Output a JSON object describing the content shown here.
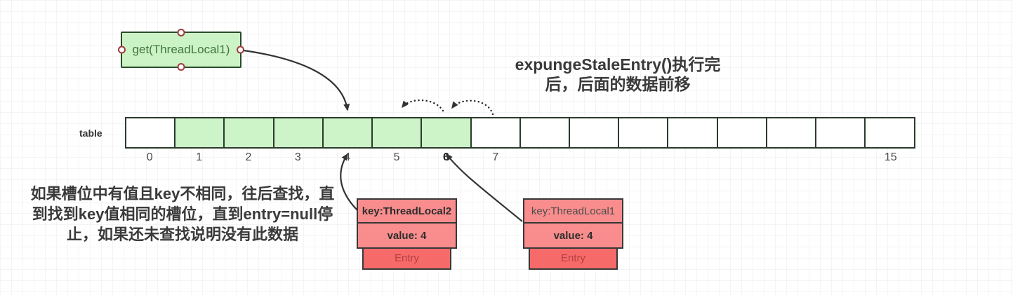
{
  "get_box": {
    "label": "get(ThreadLocal1)"
  },
  "note_right": {
    "line1": "expungeStaleEntry()执行完",
    "line2": "后，后面的数据前移"
  },
  "note_left": {
    "line1": "如果槽位中有值且key不相同，往后查找，直",
    "line2": "到找到key值相同的槽位，直到entry=null停",
    "line3": "止，如果还未查找说明没有此数据"
  },
  "table": {
    "label": "table",
    "slots": [
      {
        "index": 0,
        "label": "0",
        "filled": false,
        "bold": false
      },
      {
        "index": 1,
        "label": "1",
        "filled": true,
        "bold": false
      },
      {
        "index": 2,
        "label": "2",
        "filled": true,
        "bold": false
      },
      {
        "index": 3,
        "label": "3",
        "filled": true,
        "bold": false
      },
      {
        "index": 4,
        "label": "4",
        "filled": true,
        "bold": false
      },
      {
        "index": 5,
        "label": "5",
        "filled": true,
        "bold": false
      },
      {
        "index": 6,
        "label": "6",
        "filled": true,
        "bold": true
      },
      {
        "index": 7,
        "label": "7",
        "filled": false,
        "bold": false
      },
      {
        "index": 8,
        "label": "",
        "filled": false,
        "bold": false
      },
      {
        "index": 9,
        "label": "",
        "filled": false,
        "bold": false
      },
      {
        "index": 10,
        "label": "",
        "filled": false,
        "bold": false
      },
      {
        "index": 11,
        "label": "",
        "filled": false,
        "bold": false
      },
      {
        "index": 12,
        "label": "",
        "filled": false,
        "bold": false
      },
      {
        "index": 13,
        "label": "",
        "filled": false,
        "bold": false
      },
      {
        "index": 14,
        "label": "",
        "filled": false,
        "bold": false
      },
      {
        "index": 15,
        "label": "15",
        "filled": false,
        "bold": false
      }
    ]
  },
  "entries": [
    {
      "key": "key:ThreadLocal2",
      "value": "value: 4",
      "footer": "Entry",
      "key_bold": true
    },
    {
      "key": "key:ThreadLocal1",
      "value": "value: 4",
      "footer": "Entry",
      "key_bold": false
    }
  ],
  "connections": [
    {
      "from": "get-box",
      "to": "slot-4-top",
      "style": "solid-curve"
    },
    {
      "from": "entry-threadlocal2",
      "to": "slot-4-bottom",
      "style": "solid-curve"
    },
    {
      "from": "entry-threadlocal1",
      "to": "slot-6-bottom",
      "style": "solid-curve"
    },
    {
      "from": "slot-6-top",
      "to": "slot-5-top",
      "style": "dotted-arc"
    },
    {
      "from": "slot-7-top",
      "to": "slot-6-top",
      "style": "dotted-arc"
    }
  ],
  "colors": {
    "slot_green": "#cdf3c8",
    "green_border": "#2b3b2b",
    "entry_light": "#f98d8d",
    "entry_dark": "#f76a6a",
    "entry_text_red": "#b54040",
    "arrow": "#333333",
    "handle_ring": "#a03c3c"
  }
}
